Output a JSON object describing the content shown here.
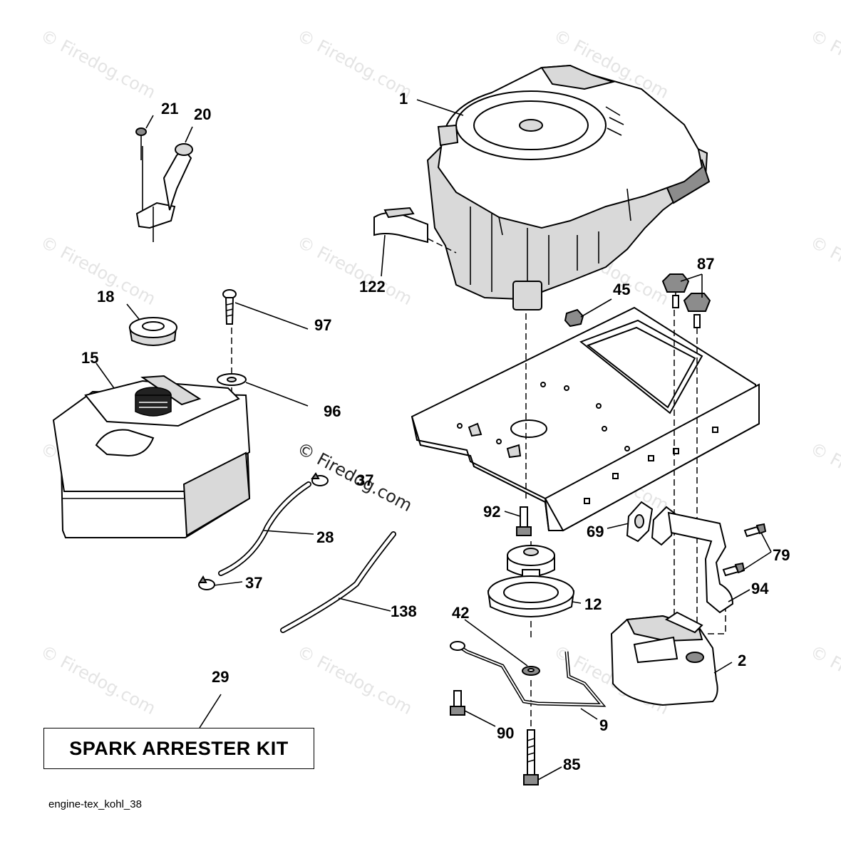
{
  "watermark": "© Firedog.com",
  "callouts": {
    "c1": "1",
    "c2": "2",
    "c9": "9",
    "c12": "12",
    "c15": "15",
    "c18": "18",
    "c20": "20",
    "c21": "21",
    "c28": "28",
    "c29": "29",
    "c37a": "37",
    "c37b": "37",
    "c42": "42",
    "c45": "45",
    "c69": "69",
    "c79": "79",
    "c85": "85",
    "c87": "87",
    "c90": "90",
    "c92": "92",
    "c94": "94",
    "c96": "96",
    "c97": "97",
    "c122": "122",
    "c138": "138"
  },
  "kit_label": "SPARK ARRESTER KIT",
  "drawing_id": "engine-tex_kohl_38"
}
